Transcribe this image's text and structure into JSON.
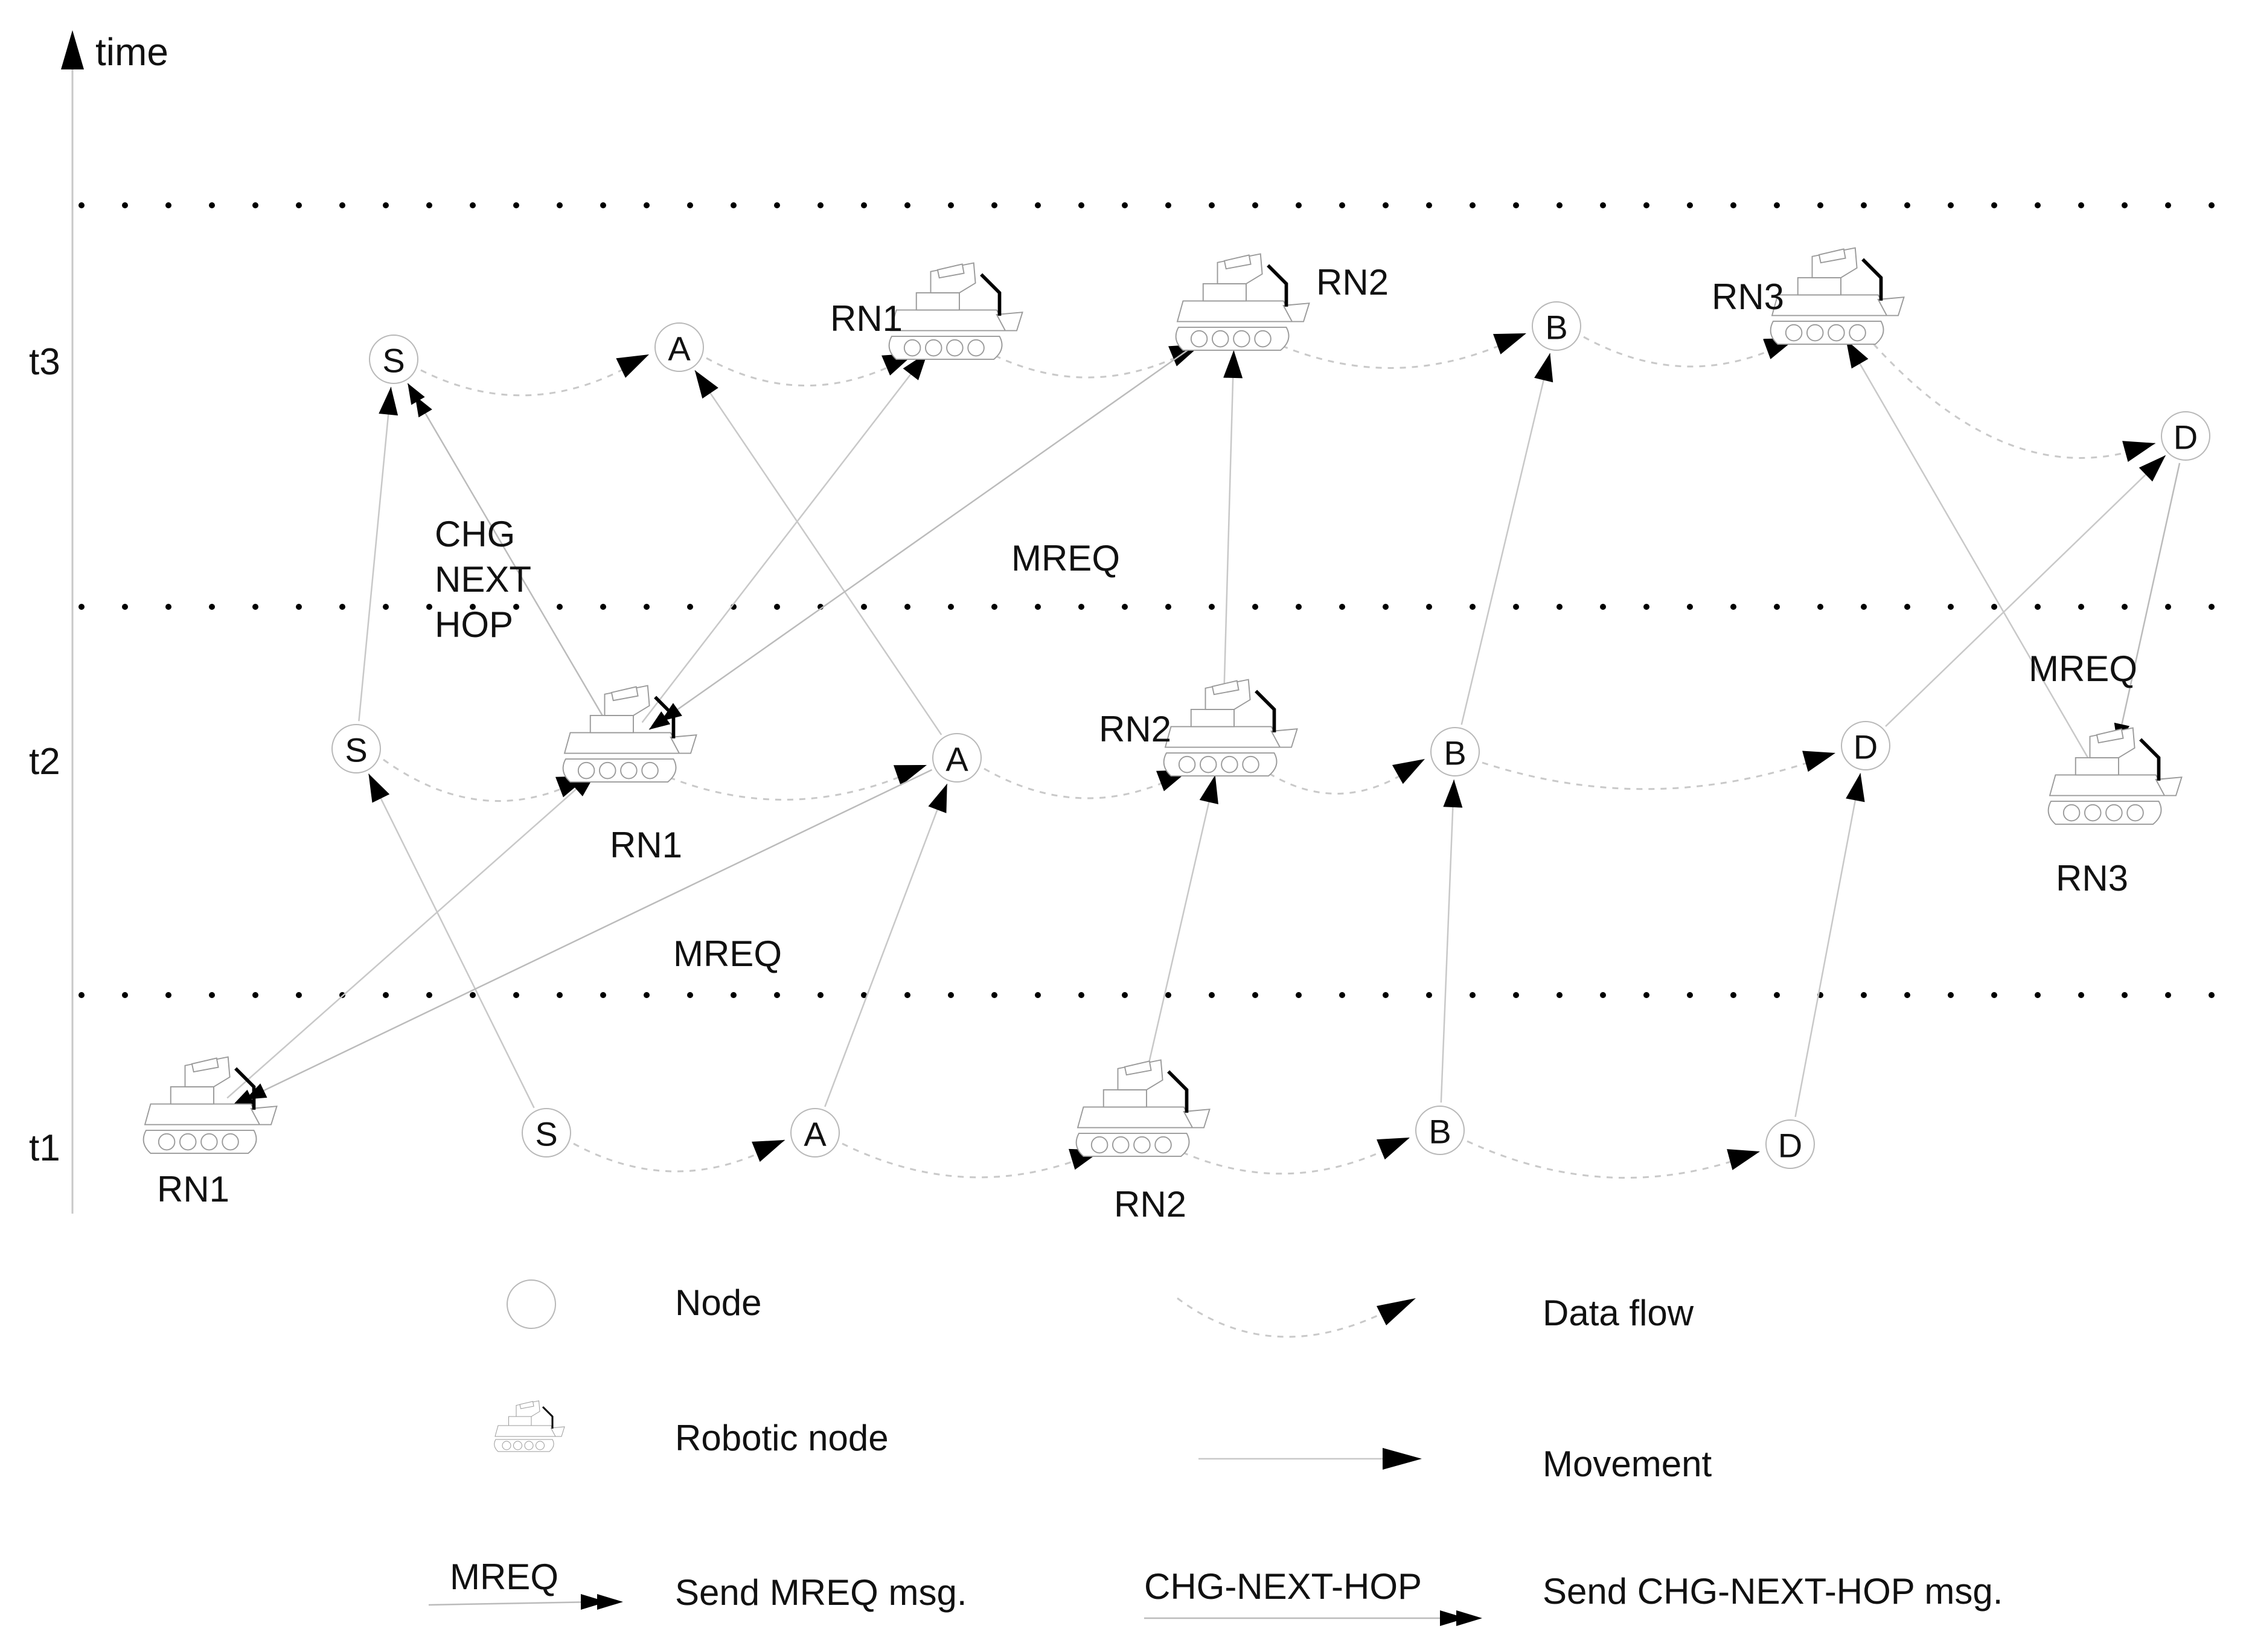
{
  "axis": {
    "label": "time"
  },
  "time_labels": [
    {
      "key": "t1",
      "text": "t1"
    },
    {
      "key": "t2",
      "text": "t2"
    },
    {
      "key": "t3",
      "text": "t3"
    }
  ],
  "nodes": [
    {
      "id": "t1_S",
      "time": "t1",
      "label": "S"
    },
    {
      "id": "t1_A",
      "time": "t1",
      "label": "A"
    },
    {
      "id": "t1_B",
      "time": "t1",
      "label": "B"
    },
    {
      "id": "t1_D",
      "time": "t1",
      "label": "D"
    },
    {
      "id": "t2_S",
      "time": "t2",
      "label": "S"
    },
    {
      "id": "t2_A",
      "time": "t2",
      "label": "A"
    },
    {
      "id": "t2_B",
      "time": "t2",
      "label": "B"
    },
    {
      "id": "t2_D",
      "time": "t2",
      "label": "D"
    },
    {
      "id": "t3_S",
      "time": "t3",
      "label": "S"
    },
    {
      "id": "t3_A",
      "time": "t3",
      "label": "A"
    },
    {
      "id": "t3_B",
      "time": "t3",
      "label": "B"
    },
    {
      "id": "t3_D",
      "time": "t3",
      "label": "D"
    }
  ],
  "robots": [
    {
      "id": "t1_RN1",
      "time": "t1",
      "label": "RN1"
    },
    {
      "id": "t1_RN2",
      "time": "t1",
      "label": "RN2"
    },
    {
      "id": "t2_RN1",
      "time": "t2",
      "label": "RN1"
    },
    {
      "id": "t2_RN2",
      "time": "t2",
      "label": "RN2"
    },
    {
      "id": "t2_RN3",
      "time": "t2",
      "label": "RN3"
    },
    {
      "id": "t3_RN1",
      "time": "t3",
      "label": "RN1"
    },
    {
      "id": "t3_RN2",
      "time": "t3",
      "label": "RN2"
    },
    {
      "id": "t3_RN3",
      "time": "t3",
      "label": "RN3"
    }
  ],
  "data_flows": [
    [
      "t1_S",
      "t1_A"
    ],
    [
      "t1_A",
      "t1_RN2"
    ],
    [
      "t1_RN2",
      "t1_B"
    ],
    [
      "t1_B",
      "t1_D"
    ],
    [
      "t2_S",
      "t2_RN1"
    ],
    [
      "t2_RN1",
      "t2_A"
    ],
    [
      "t2_A",
      "t2_RN2"
    ],
    [
      "t2_RN2",
      "t2_B"
    ],
    [
      "t2_B",
      "t2_D"
    ],
    [
      "t3_S",
      "t3_A"
    ],
    [
      "t3_A",
      "t3_RN1"
    ],
    [
      "t3_RN1",
      "t3_RN2"
    ],
    [
      "t3_RN2",
      "t3_B"
    ],
    [
      "t3_B",
      "t3_RN3"
    ],
    [
      "t3_RN3",
      "t3_D"
    ]
  ],
  "movements": [
    [
      "t1_S",
      "t2_S"
    ],
    [
      "t1_A",
      "t2_A"
    ],
    [
      "t1_RN2",
      "t2_RN2"
    ],
    [
      "t1_B",
      "t2_B"
    ],
    [
      "t1_D",
      "t2_D"
    ],
    [
      "t1_RN1",
      "t2_RN1"
    ],
    [
      "t2_S",
      "t3_S"
    ],
    [
      "t2_A",
      "t3_A"
    ],
    [
      "t2_RN1",
      "t3_RN1"
    ],
    [
      "t2_RN2",
      "t3_RN2"
    ],
    [
      "t2_B",
      "t3_B"
    ],
    [
      "t2_D",
      "t3_D"
    ],
    [
      "t2_RN3",
      "t3_RN3"
    ]
  ],
  "messages": {
    "mreq_label": "MREQ",
    "chg_lines": [
      "CHG",
      "NEXT",
      "HOP"
    ],
    "items": [
      {
        "type": "mreq",
        "from": "t2_A",
        "to": "t1_RN1"
      },
      {
        "type": "mreq",
        "from": "t3_RN2",
        "to": "t2_RN1"
      },
      {
        "type": "mreq",
        "from": "t3_D",
        "to": "t2_RN3"
      },
      {
        "type": "chg",
        "from": "t2_RN1",
        "to": "t3_S"
      }
    ]
  },
  "legend": {
    "node": "Node",
    "robot": "Robotic node",
    "data_flow": "Data flow",
    "movement": "Movement",
    "mreq_tag": "MREQ",
    "mreq_desc": "Send MREQ msg.",
    "chg_tag": "CHG-NEXT-HOP",
    "chg_desc": "Send CHG-NEXT-HOP msg."
  },
  "colors": {
    "ink": "#000000",
    "node_stroke": "#b8b8b8",
    "flow": "#c9c9c9",
    "move": "#c8c8c8"
  }
}
